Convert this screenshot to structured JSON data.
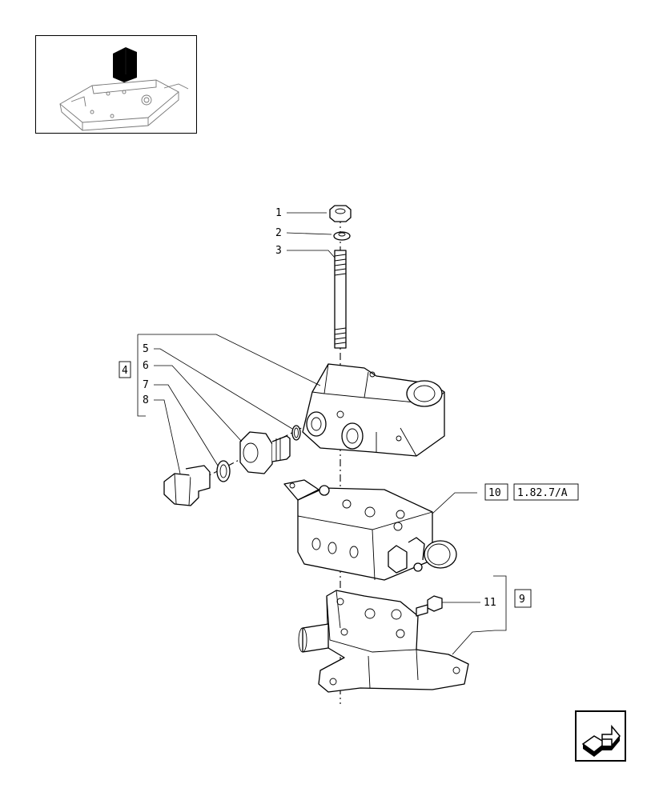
{
  "callouts": {
    "c1": "1",
    "c2": "2",
    "c3": "3",
    "c4": "4",
    "c5": "5",
    "c6": "6",
    "c7": "7",
    "c8": "8",
    "c9": "9",
    "c10": "10",
    "c11": "11"
  },
  "reference": {
    "page_ref": "1.82.7/A"
  },
  "icons": {
    "thumbnail": "tractor-hydraulic-lift-thumbnail",
    "navigation": "next-page-arrow-icon"
  },
  "colors": {
    "line": "#000000",
    "background": "#ffffff"
  }
}
